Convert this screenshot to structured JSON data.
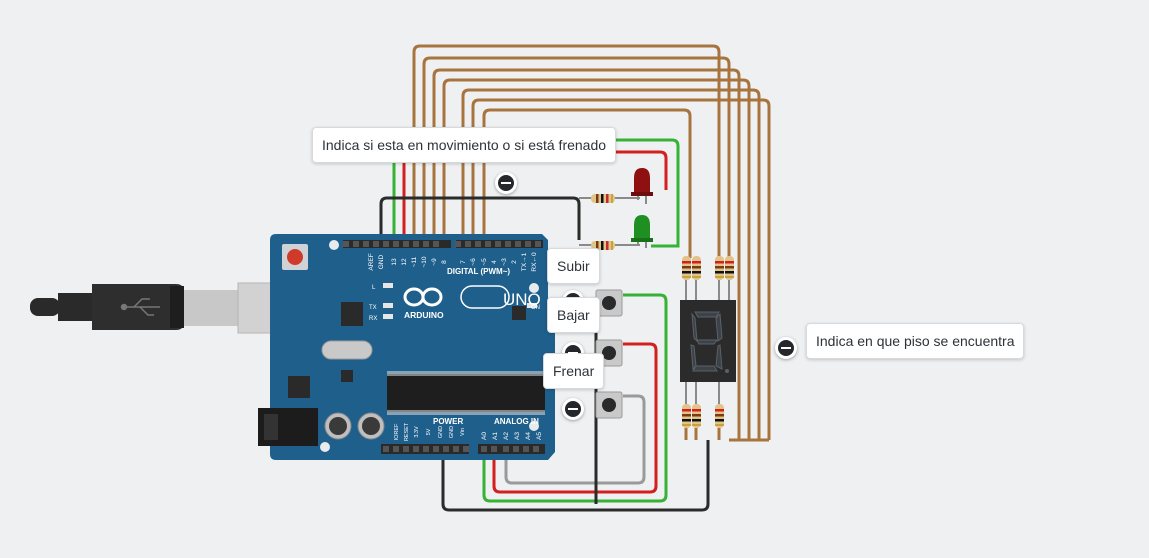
{
  "notes": {
    "status": "Indica si esta en movimiento o si está frenado",
    "floor": "Indica en que piso se encuentra",
    "up": "Subir",
    "down": "Bajar",
    "brake": "Frenar"
  },
  "board": {
    "brand": "ARDUINO",
    "model": "UNO",
    "digital_header": "DIGITAL (PWM~)",
    "power_header": "POWER",
    "analog_header": "ANALOG IN",
    "on_label": "ON",
    "led_l": "L",
    "led_tx": "TX",
    "led_rx": "RX",
    "digital_pins": [
      "AREF",
      "GND",
      "13",
      "12",
      "~11",
      "~10",
      "~9",
      "8",
      "7",
      "~6",
      "~5",
      "4",
      "~3",
      "2",
      "TX→1",
      "RX←0"
    ],
    "power_pins": [
      "IOREF",
      "RESET",
      "3.3V",
      "5V",
      "GND",
      "GND",
      "Vin"
    ],
    "analog_pins": [
      "A0",
      "A1",
      "A2",
      "A3",
      "A4",
      "A5"
    ]
  },
  "display": {
    "digit": "8"
  },
  "colors": {
    "canvas": "#eef0f2",
    "board": "#1f5f8c",
    "wire_brown": "#a8743d",
    "wire_red": "#d31f1f",
    "wire_green": "#37b235",
    "wire_black": "#2b2b2b",
    "wire_gray": "#9a9a9a",
    "led_red": "#8f1010",
    "led_green": "#1f8f24"
  }
}
